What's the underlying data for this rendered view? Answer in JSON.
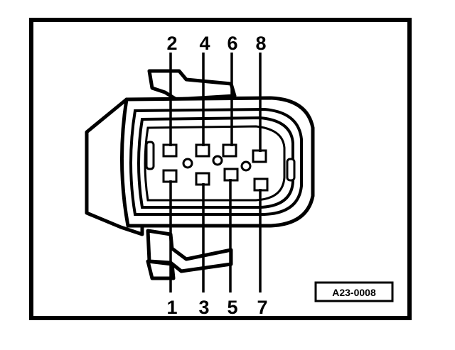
{
  "diagram": {
    "pins_top": [
      "2",
      "4",
      "6",
      "8"
    ],
    "pins_bottom": [
      "1",
      "3",
      "5",
      "7"
    ],
    "reference_code": "A23-0008",
    "colors": {
      "ink": "#000000",
      "paper": "#ffffff"
    }
  }
}
